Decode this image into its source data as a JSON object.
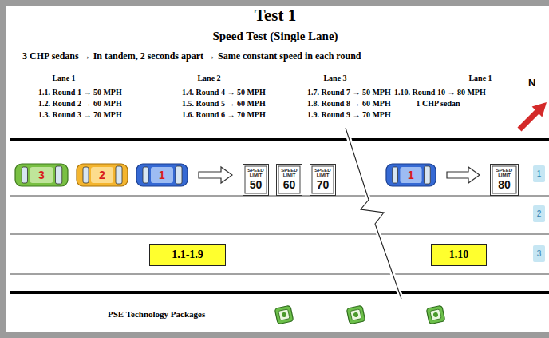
{
  "diagram": {
    "title": "Test 1",
    "nodes": [
      {
        "text": [
          "3"
        ]
      },
      {
        "text": [
          "2"
        ]
      },
      {
        "text": [
          "1"
        ]
      },
      {
        "text": [
          "SPEED LIMIT",
          "50"
        ]
      },
      {
        "text": [
          "SPEED LIMIT",
          "60"
        ]
      },
      {
        "text": [
          "SPEED LIMIT",
          "70"
        ]
      },
      {
        "text": [
          "1"
        ]
      },
      {
        "text": [
          "SPEED LIMIT",
          "80"
        ]
      },
      {
        "text": [
          "1"
        ]
      },
      {
        "text": [
          "2"
        ]
      },
      {
        "text": [
          "3"
        ]
      },
      {
        "text": [
          "1.1-1.9"
        ]
      },
      {
        "text": [
          "1.10"
        ]
      }
    ],
    "edges": [
      {
        "from": 2,
        "to": 3,
        "arrow": "to"
      },
      {
        "from": 6,
        "to": 7,
        "arrow": "to"
      }
    ],
    "labels": [
      "Speed Test (Single Lane)",
      "3 CHP sedans → In tandem, 2 seconds apart → Same constant speed in each round",
      "Lane 1",
      "Lane 2",
      "Lane 3",
      "Lane 1",
      "1.1. Round 1 → 50 MPH",
      "1.2. Round 2 → 60 MPH",
      "1.3. Round 3 → 70 MPH",
      "1.4. Round 4 → 50 MPH",
      "1.5. Round 5 → 60 MPH",
      "1.6. Round 6 → 70 MPH",
      "1.7. Round 7 → 50 MPH",
      "1.8. Round 8 → 60 MPH",
      "1.9. Round 9 → 70 MPH",
      "1.10. Round 10 → 80 MPH",
      "1 CHP sedan",
      "N",
      "PSE Technology Packages"
    ]
  }
}
